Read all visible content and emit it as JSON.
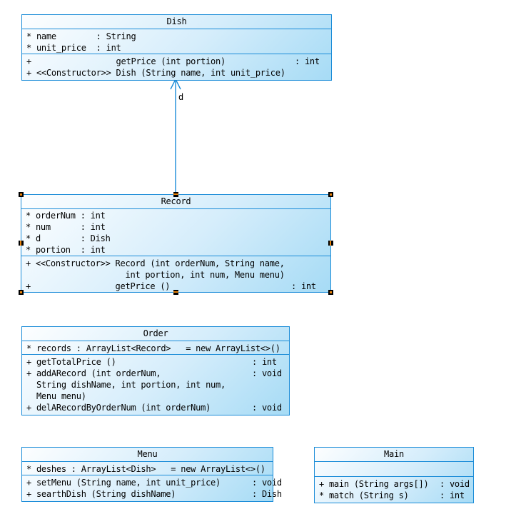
{
  "diagram": {
    "background": "#ffffff"
  },
  "colors": {
    "stroke": "#1b8cd8",
    "fill_top": "#fdfeff",
    "fill_bottom": "#a6dbf5",
    "text": "#000000",
    "handle": "#000000",
    "handle_accent": "#e8820a"
  },
  "classes": [
    {
      "title": "Dish",
      "selected": false,
      "attributes": [
        {
          "text": "* name        : String"
        },
        {
          "text": "* unit_price  : int"
        }
      ],
      "operations": [
        {
          "text": "+                 getPrice (int portion)",
          "rtype": ": int"
        },
        {
          "text": "+ <<Constructor>> Dish (String name, int unit_price)"
        }
      ]
    },
    {
      "title": "Record",
      "selected": true,
      "attributes": [
        {
          "text": "* orderNum : int"
        },
        {
          "text": "* num      : int"
        },
        {
          "text": "* d        : Dish"
        },
        {
          "text": "* portion  : int"
        }
      ],
      "operations": [
        {
          "text": "+ <<Constructor>> Record (int orderNum, String name,"
        },
        {
          "text": "                    int portion, int num, Menu menu)"
        },
        {
          "text": "+                 getPrice ()",
          "rtype": ": int"
        }
      ]
    },
    {
      "title": "Order",
      "selected": false,
      "attributes": [
        {
          "text": "* records : ArrayList<Record>   = new ArrayList<>()"
        }
      ],
      "operations": [
        {
          "text": "+ getTotalPrice ()",
          "rtype": ": int"
        },
        {
          "text": "+ addARecord (int orderNum,",
          "rtype": ": void"
        },
        {
          "text": "  String dishName, int portion, int num,"
        },
        {
          "text": "  Menu menu)"
        },
        {
          "text": "+ delARecordByOrderNum (int orderNum)",
          "rtype": ": void"
        }
      ]
    },
    {
      "title": "Menu",
      "selected": false,
      "attributes": [
        {
          "text": "* deshes : ArrayList<Dish>   = new ArrayList<>()"
        }
      ],
      "operations": [
        {
          "text": "+ setMenu (String name, int unit_price)",
          "rtype": ": void"
        },
        {
          "text": "+ searthDish (String dishName)",
          "rtype": ": Dish"
        }
      ]
    },
    {
      "title": "Main",
      "selected": false,
      "attributes": [],
      "operations": [
        {
          "text": "+ main (String args[])",
          "rtype": ": void"
        },
        {
          "text": "* match (String s)",
          "rtype": ": int"
        }
      ]
    }
  ],
  "association": {
    "label": "d"
  }
}
